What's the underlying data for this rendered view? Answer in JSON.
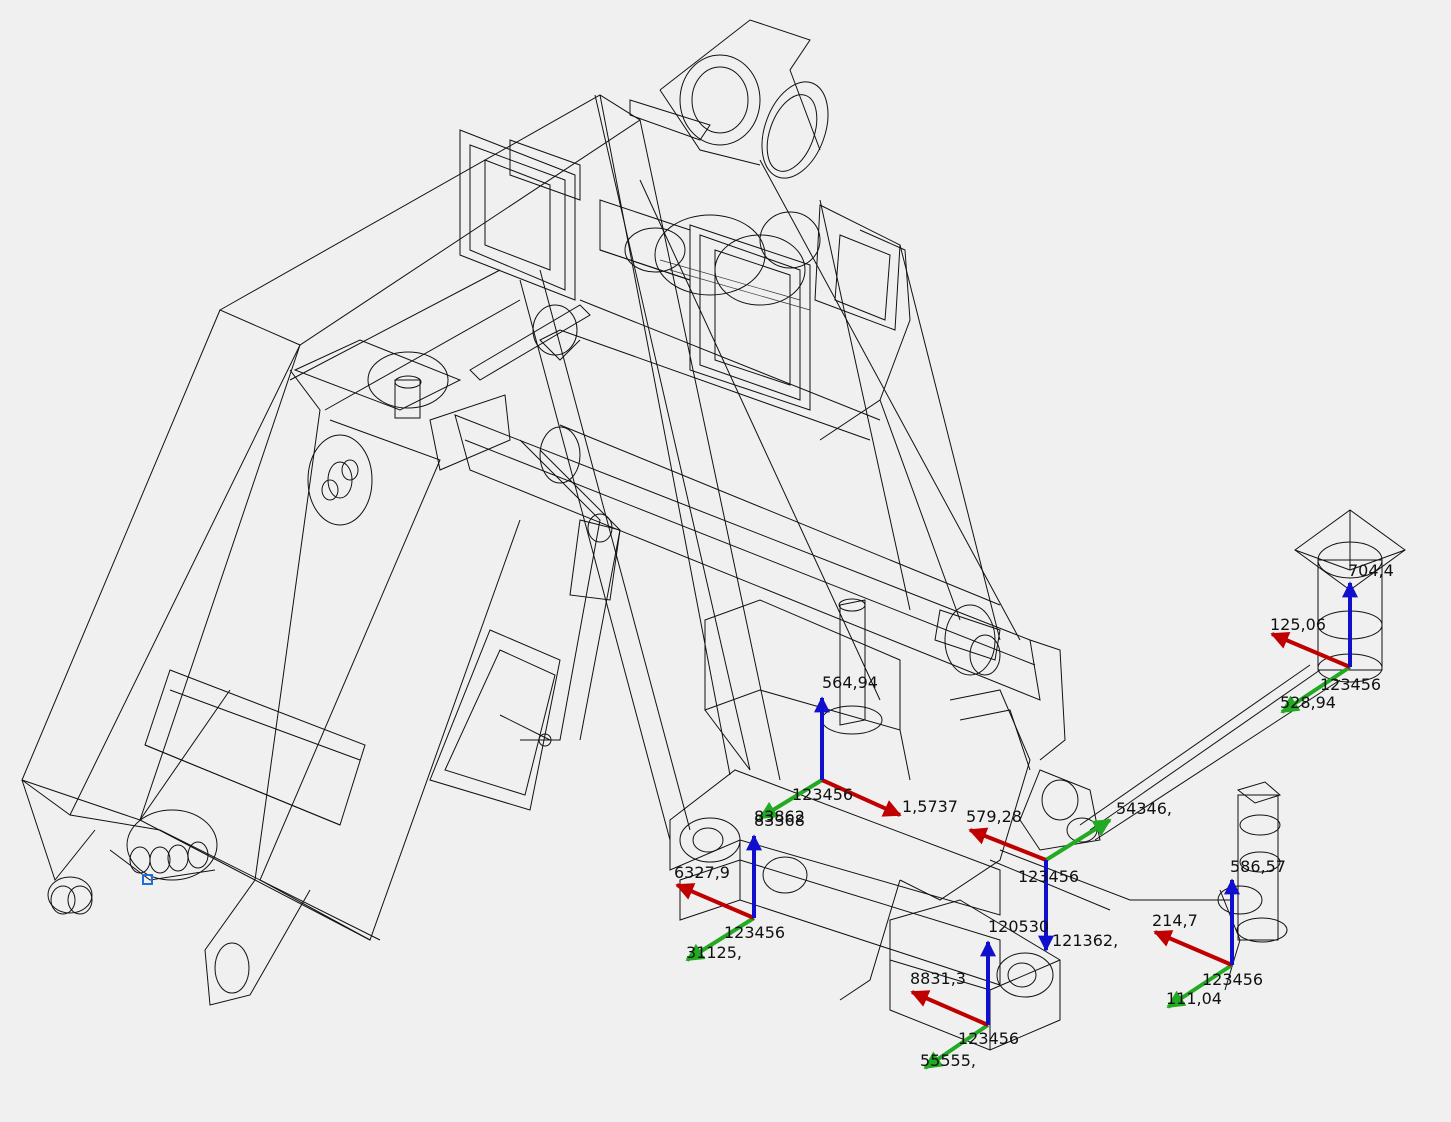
{
  "colors": {
    "background": "#f0f0f0",
    "wireframe": "#111111",
    "axis_x": "#c00000",
    "axis_y": "#22aa22",
    "axis_z": "#1010cc"
  },
  "node_label": "123456",
  "load_points": [
    {
      "name": "frame-top-node",
      "node": "123456",
      "z": "564,94",
      "x": "1,5737",
      "y": "83862",
      "y2": "83368"
    },
    {
      "name": "left-bottom-node",
      "node": "123456",
      "z": "",
      "x": "6327,9",
      "y": "31125,"
    },
    {
      "name": "center-node",
      "node": "123456",
      "z": "121362,",
      "x": "579,28",
      "y": "54346,"
    },
    {
      "name": "front-bottom-node",
      "node": "123456",
      "z": "120530",
      "x": "8831,3",
      "y": "55555,"
    },
    {
      "name": "right-bottom-node",
      "node": "123456",
      "z": "586,57",
      "x": "214,7",
      "y": "111,04"
    },
    {
      "name": "right-top-node",
      "node": "123456",
      "z": "704,4",
      "x": "125,06",
      "y": "528,94"
    }
  ]
}
